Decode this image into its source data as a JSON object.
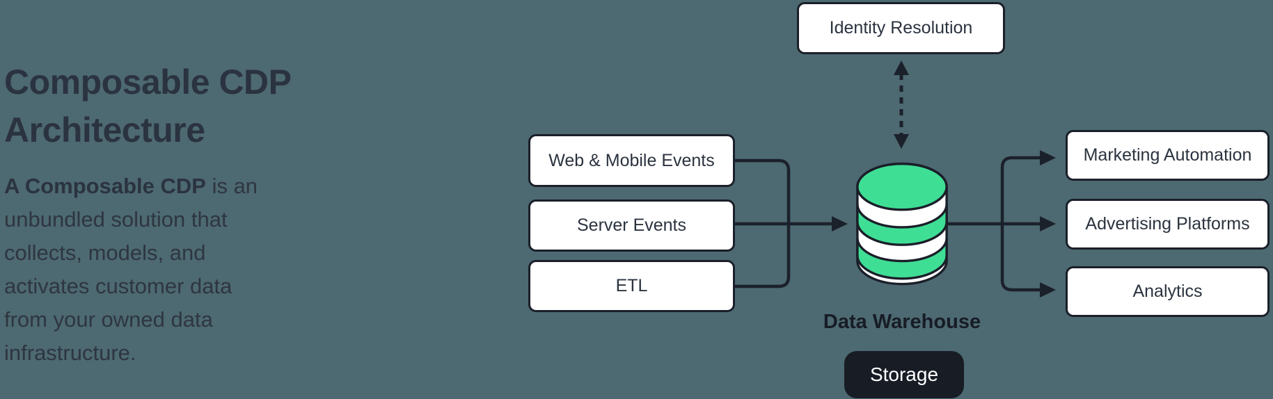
{
  "colors": {
    "background": "#4D6971",
    "box_background": "#FFFFFF",
    "box_border": "#1A1F29",
    "connector_line": "#1B212B",
    "warehouse_green": "#3FDE95",
    "heading_text": "#2B3340",
    "body_text": "#2E3641",
    "storage_background": "#171C25",
    "storage_text": "#FFFFFF"
  },
  "intro": {
    "title": "Composable CDP Architecture",
    "title_lines": [
      "Composable CDP",
      "Architecture"
    ],
    "description": "A Composable CDP is an unbundled solution that collects, models, and activates customer data from your owned data infrastructure.",
    "desc_lines": [
      {
        "bold": "A Composable CDP",
        "rest": " is an"
      },
      {
        "bold": "",
        "rest": "unbundled solution that"
      },
      {
        "bold": "",
        "rest": "collects, models, and"
      },
      {
        "bold": "",
        "rest": "activates customer data"
      },
      {
        "bold": "",
        "rest": "from your owned data"
      },
      {
        "bold": "",
        "rest": "infrastructure."
      }
    ]
  },
  "diagram": {
    "identity_label": "Identity Resolution",
    "source_labels": [
      "Web & Mobile Events",
      "Server Events",
      "ETL"
    ],
    "warehouse_label": "Data Warehouse",
    "warehouse_icon": "database-cylinder-icon",
    "storage_label": "Storage",
    "destination_labels": [
      "Marketing Automation",
      "Advertising Platforms",
      "Analytics"
    ]
  }
}
